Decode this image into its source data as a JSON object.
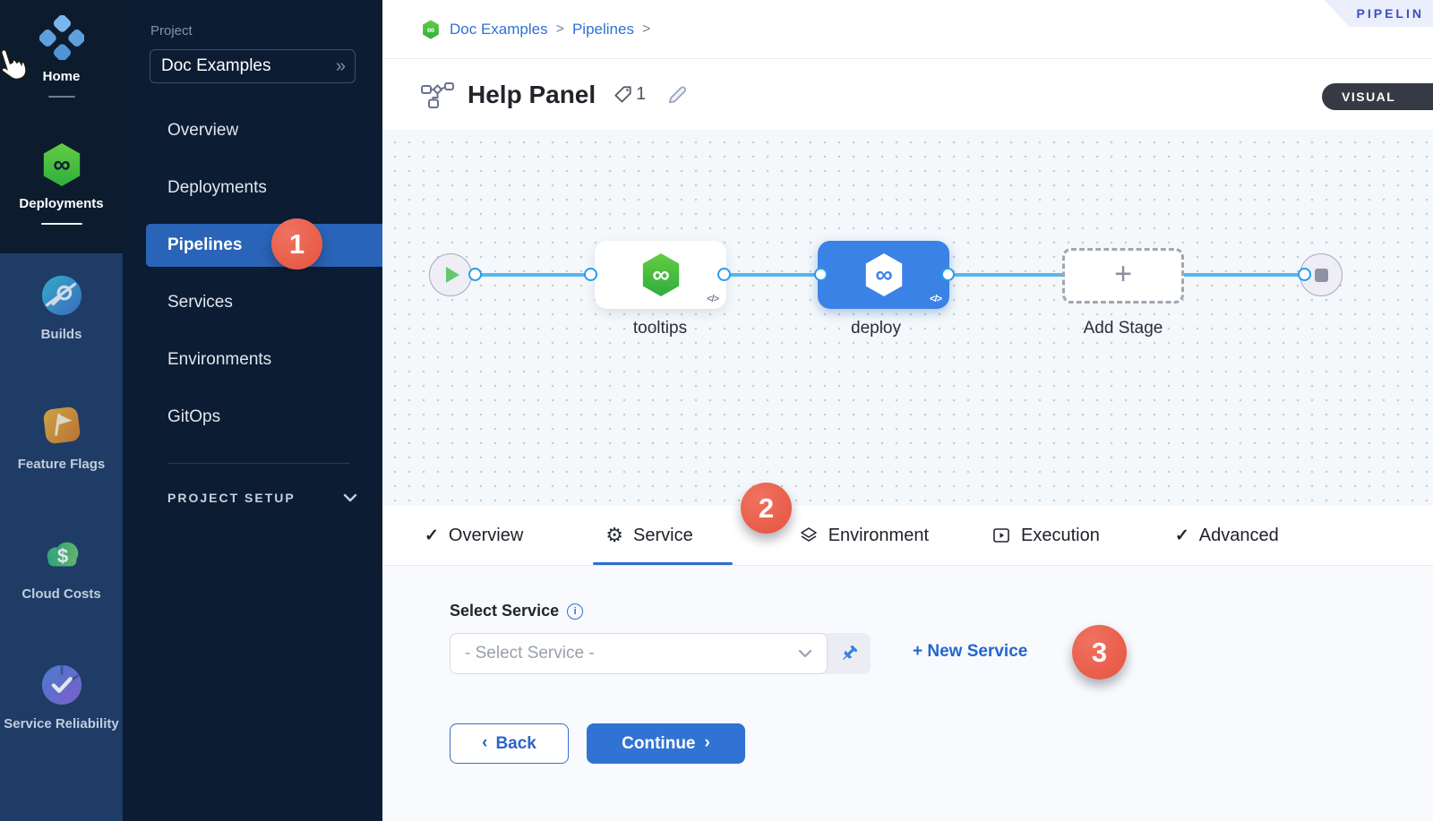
{
  "module_rail": {
    "items": [
      {
        "label": "Home",
        "icon": "harness-logo-icon"
      },
      {
        "label": "Deployments",
        "icon": "deployments-hexagon-icon"
      },
      {
        "label": "Builds",
        "icon": "builds-icon"
      },
      {
        "label": "Feature Flags",
        "icon": "feature-flags-icon"
      },
      {
        "label": "Cloud Costs",
        "icon": "cloud-costs-icon"
      },
      {
        "label": "Service Reliability",
        "icon": "service-reliability-icon"
      }
    ]
  },
  "project_sidebar": {
    "section_label": "Project",
    "project_name": "Doc Examples",
    "expand_glyph": "»",
    "items": [
      {
        "label": "Overview"
      },
      {
        "label": "Deployments"
      },
      {
        "label": "Pipelines",
        "selected": true
      },
      {
        "label": "Services"
      },
      {
        "label": "Environments"
      },
      {
        "label": "GitOps"
      }
    ],
    "setup_label": "PROJECT SETUP"
  },
  "breadcrumb": {
    "items": [
      {
        "label": "Doc Examples"
      },
      {
        "label": "Pipelines"
      }
    ],
    "separator": ">"
  },
  "header": {
    "ribbon_label": "PIPELIN",
    "title": "Help Panel",
    "tag_count": "1",
    "mode_label": "VISUAL"
  },
  "canvas": {
    "stages": [
      {
        "name": "tooltips"
      },
      {
        "name": "deploy",
        "selected": true
      }
    ],
    "add_stage_label": "Add Stage",
    "add_stage_plus": "+",
    "code_glyph": "</>"
  },
  "tabs": [
    {
      "label": "Overview",
      "icon": "check"
    },
    {
      "label": "Service",
      "icon": "gear",
      "active": true
    },
    {
      "label": "Environment",
      "icon": "layers"
    },
    {
      "label": "Execution",
      "icon": "play-square"
    },
    {
      "label": "Advanced",
      "icon": "check"
    }
  ],
  "glyphs": {
    "check": "✓",
    "gear": "⚙",
    "info": "i"
  },
  "callouts": {
    "one": "1",
    "two": "2",
    "three": "3"
  },
  "form": {
    "label": "Select Service",
    "select_placeholder": "- Select Service -",
    "new_service_label": "+ New Service",
    "back_label": "Back",
    "continue_label": "Continue",
    "back_chevron": "‹",
    "continue_chevron": "›"
  },
  "colors": {
    "sidebar_dark": "#0c1c33",
    "rail_light": "#1e3c66",
    "selected_nav_blue": "#2a64b8",
    "node_blue": "#3b82e6",
    "harness_green": "#3fbc3f",
    "link_blue": "#2e71d6",
    "callout_red": "#e9604e",
    "canvas_bg": "#f4f8fb"
  }
}
